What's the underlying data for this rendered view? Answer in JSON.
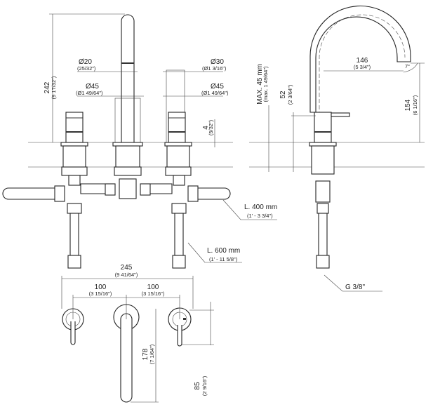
{
  "drawing": {
    "front": {
      "spout_dia": "Ø20",
      "spout_dia_in": "(25/32\")",
      "base_dia_left": "Ø45",
      "base_dia_left_in": "(Ø1 49/64\")",
      "handle_dia": "Ø30",
      "handle_dia_in": "(Ø1 3/16\")",
      "base_dia_right": "Ø45",
      "base_dia_right_in": "(Ø1 49/64\")",
      "height": "242",
      "height_in": "(9 17/32\")",
      "rosette": "4",
      "rosette_in": "(5/32\")",
      "hose_short": "L. 400 mm",
      "hose_short_in": "(1' - 3 3/4\")",
      "hose_long": "L. 600 mm",
      "hose_long_in": "(1' - 11 5/8\")"
    },
    "side": {
      "max_deck": "MAX. 45 mm",
      "max_deck_in": "(max. 1 49/64\")",
      "lever_height": "52",
      "lever_height_in": "(2 3/64\")",
      "reach": "146",
      "reach_in": "(5 3/4\")",
      "angle": "7°",
      "outlet_height": "154",
      "outlet_height_in": "(6 1/16\")",
      "thread": "G 3/8\""
    },
    "plan": {
      "overall": "245",
      "overall_in": "(9 41/64\")",
      "spacing_left": "100",
      "spacing_left_in": "(3 15/16\")",
      "spacing_right": "100",
      "spacing_right_in": "(3 15/16\")",
      "spout_length": "178",
      "spout_length_in": "(7 1/64\")",
      "lever_length": "85",
      "lever_length_in": "(2 9/16\")"
    }
  }
}
